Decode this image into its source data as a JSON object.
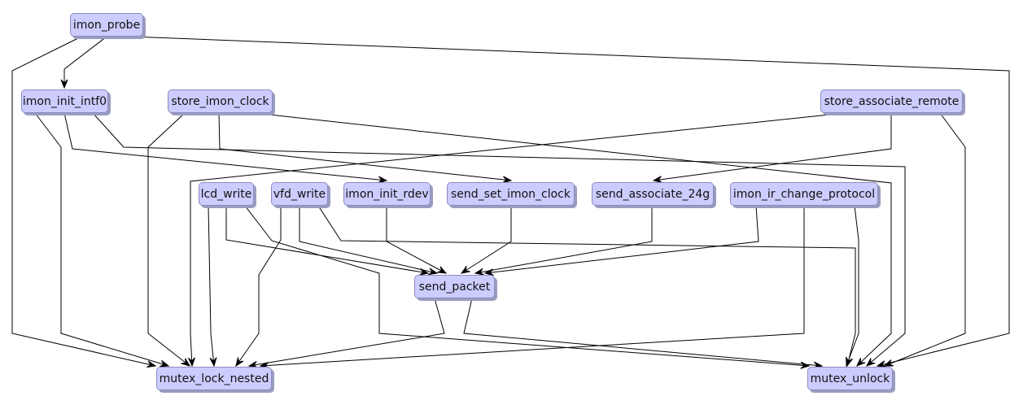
{
  "diagram": {
    "type": "call-graph",
    "nodes": [
      {
        "id": "imon_probe",
        "label": "imon_probe"
      },
      {
        "id": "imon_init_intf0",
        "label": "imon_init_intf0"
      },
      {
        "id": "store_imon_clock",
        "label": "store_imon_clock"
      },
      {
        "id": "store_associate_remote",
        "label": "store_associate_remote"
      },
      {
        "id": "lcd_write",
        "label": "lcd_write"
      },
      {
        "id": "vfd_write",
        "label": "vfd_write"
      },
      {
        "id": "imon_init_rdev",
        "label": "imon_init_rdev"
      },
      {
        "id": "send_set_imon_clock",
        "label": "send_set_imon_clock"
      },
      {
        "id": "send_associate_24g",
        "label": "send_associate_24g"
      },
      {
        "id": "imon_ir_change_protocol",
        "label": "imon_ir_change_protocol"
      },
      {
        "id": "send_packet",
        "label": "send_packet"
      },
      {
        "id": "mutex_lock_nested",
        "label": "mutex_lock_nested"
      },
      {
        "id": "mutex_unlock",
        "label": "mutex_unlock"
      }
    ],
    "edges": [
      {
        "from": "imon_probe",
        "to": "imon_init_intf0"
      },
      {
        "from": "imon_probe",
        "to": "mutex_lock_nested"
      },
      {
        "from": "imon_probe",
        "to": "mutex_unlock"
      },
      {
        "from": "imon_init_intf0",
        "to": "mutex_lock_nested"
      },
      {
        "from": "imon_init_intf0",
        "to": "imon_init_rdev"
      },
      {
        "from": "imon_init_intf0",
        "to": "mutex_unlock"
      },
      {
        "from": "store_imon_clock",
        "to": "mutex_lock_nested"
      },
      {
        "from": "store_imon_clock",
        "to": "send_set_imon_clock"
      },
      {
        "from": "store_imon_clock",
        "to": "mutex_unlock"
      },
      {
        "from": "store_associate_remote",
        "to": "mutex_lock_nested"
      },
      {
        "from": "store_associate_remote",
        "to": "send_associate_24g"
      },
      {
        "from": "store_associate_remote",
        "to": "mutex_unlock"
      },
      {
        "from": "lcd_write",
        "to": "mutex_lock_nested"
      },
      {
        "from": "lcd_write",
        "to": "send_packet"
      },
      {
        "from": "lcd_write",
        "to": "mutex_unlock"
      },
      {
        "from": "vfd_write",
        "to": "mutex_lock_nested"
      },
      {
        "from": "vfd_write",
        "to": "send_packet"
      },
      {
        "from": "vfd_write",
        "to": "mutex_unlock"
      },
      {
        "from": "imon_init_rdev",
        "to": "send_packet"
      },
      {
        "from": "send_set_imon_clock",
        "to": "send_packet"
      },
      {
        "from": "send_associate_24g",
        "to": "send_packet"
      },
      {
        "from": "imon_ir_change_protocol",
        "to": "send_packet"
      },
      {
        "from": "imon_ir_change_protocol",
        "to": "mutex_lock_nested"
      },
      {
        "from": "imon_ir_change_protocol",
        "to": "mutex_unlock"
      },
      {
        "from": "send_packet",
        "to": "mutex_lock_nested"
      },
      {
        "from": "send_packet",
        "to": "mutex_unlock"
      }
    ],
    "colors": {
      "node_fill": "#ccccff",
      "node_border": "#8c8cbf",
      "node_shadow": "#9a9cc0",
      "edge": "#000000"
    }
  }
}
